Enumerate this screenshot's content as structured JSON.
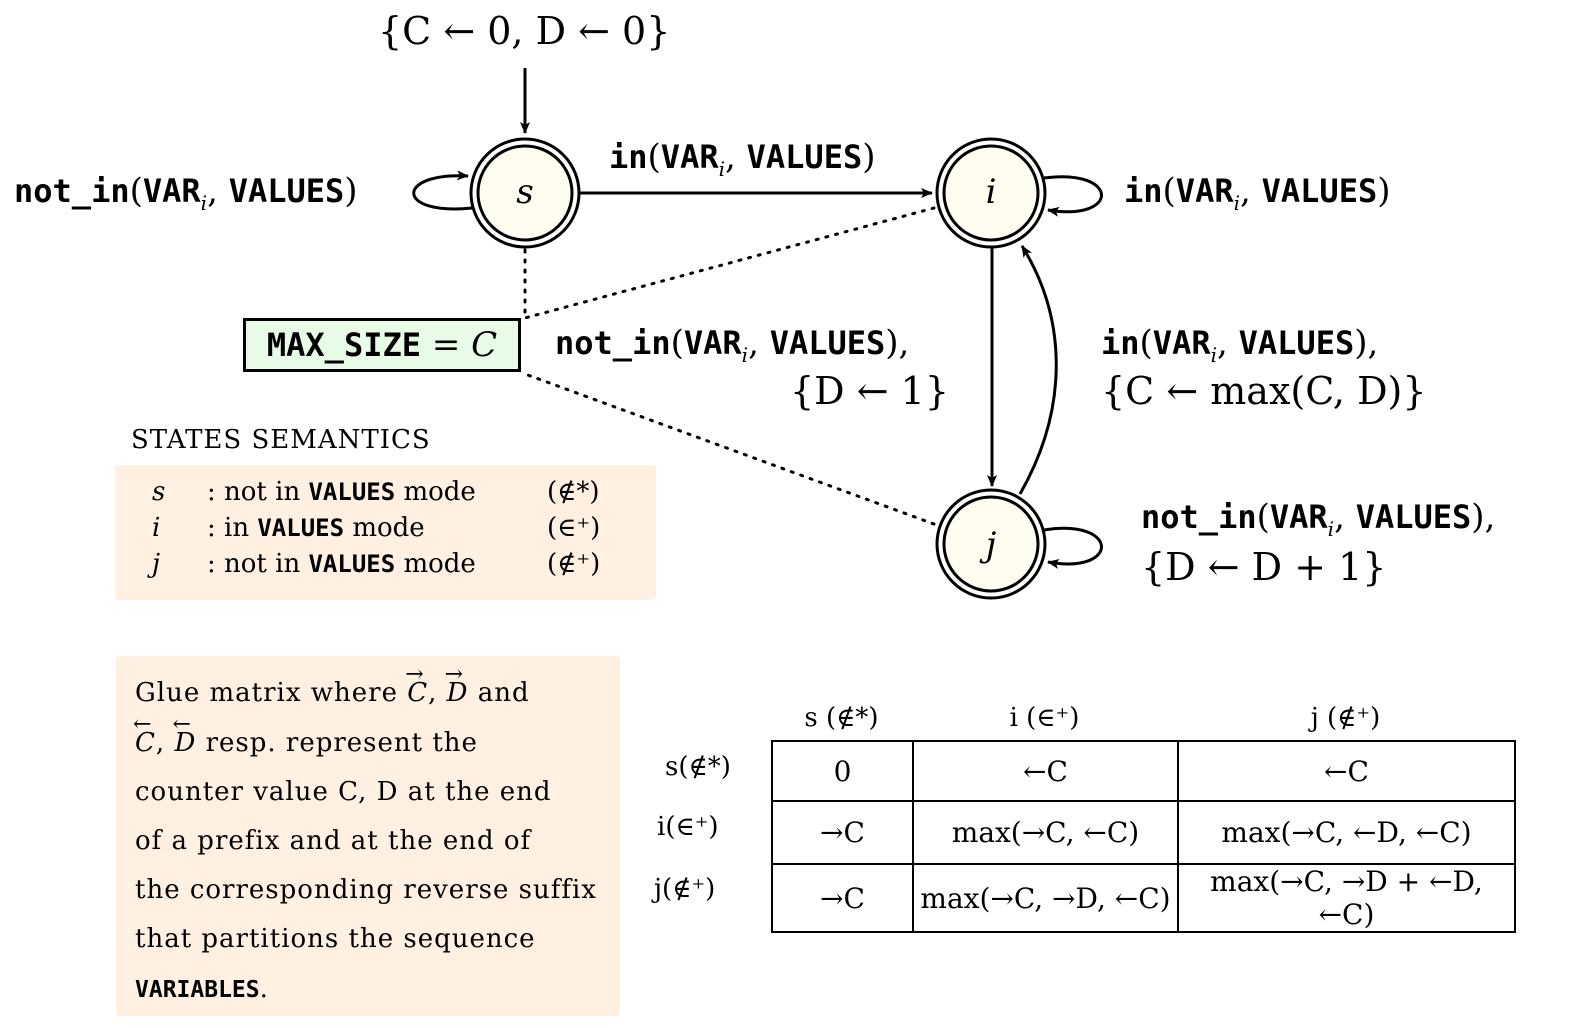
{
  "diagram": {
    "init_label": "{C ← 0, D ← 0}",
    "nodes": {
      "s": "s",
      "i": "i",
      "j": "j"
    },
    "edges": {
      "s_loop": {
        "pred": "not_in",
        "var": "VAR",
        "sub": "i",
        "arg": "VALUES"
      },
      "s_to_i": {
        "pred": "in",
        "var": "VAR",
        "sub": "i",
        "arg": "VALUES"
      },
      "i_loop": {
        "pred": "in",
        "var": "VAR",
        "sub": "i",
        "arg": "VALUES"
      },
      "i_to_j": {
        "pred": "not_in",
        "var": "VAR",
        "sub": "i",
        "arg": "VALUES",
        "update": "{D ← 1}"
      },
      "j_to_i": {
        "pred": "in",
        "var": "VAR",
        "sub": "i",
        "arg": "VALUES",
        "update": "{C ← max(C, D)}"
      },
      "j_loop": {
        "pred": "not_in",
        "var": "VAR",
        "sub": "i",
        "arg": "VALUES",
        "update": "{D ← D + 1}"
      }
    },
    "maxsize": {
      "name": "MAX_SIZE",
      "eq": "= C"
    },
    "colors": {
      "node_fill": "#fffdf0",
      "maxsize_fill": "#e8fbe6",
      "panel_fill": "#fff0e2"
    }
  },
  "states_semantics": {
    "title": "STATES SEMANTICS",
    "rows": [
      {
        "state": "s",
        "pre": ": not in",
        "mode": "VALUES",
        "post": "mode",
        "cls": "(∉*)"
      },
      {
        "state": "i",
        "pre": ": in",
        "mode": "VALUES",
        "post": "mode",
        "cls": "(∈⁺)"
      },
      {
        "state": "j",
        "pre": ": not in",
        "mode": "VALUES",
        "post": "mode",
        "cls": "(∉⁺)"
      }
    ]
  },
  "glue_text": {
    "l1_a": "Glue matrix where",
    "l1_b": "C",
    "l1_c": ",",
    "l1_d": "D",
    "l1_e": "and",
    "l2_a": "C",
    "l2_b": ",",
    "l2_c": "D",
    "l2_d": "resp.  represent the",
    "l3": "counter value C, D at the end",
    "l4": "of a prefix and at the end of",
    "l5": "the corresponding reverse suffix",
    "l6": "that partitions the sequence",
    "l7": "VARIABLES",
    "l7_end": "."
  },
  "glue_matrix": {
    "col_headers": [
      "s  (∉*)",
      "i  (∈⁺)",
      "j  (∉⁺)"
    ],
    "row_headers": [
      "s(∉*)",
      "i(∈⁺)",
      "j(∉⁺)"
    ],
    "cells": [
      [
        "0",
        "←C",
        "←C"
      ],
      [
        "→C",
        "max(→C, ←C)",
        "max(→C, ←D, ←C)"
      ],
      [
        "→C",
        "max(→C, →D, ←C)",
        "max(→C, →D + ←D, ←C)"
      ]
    ]
  }
}
